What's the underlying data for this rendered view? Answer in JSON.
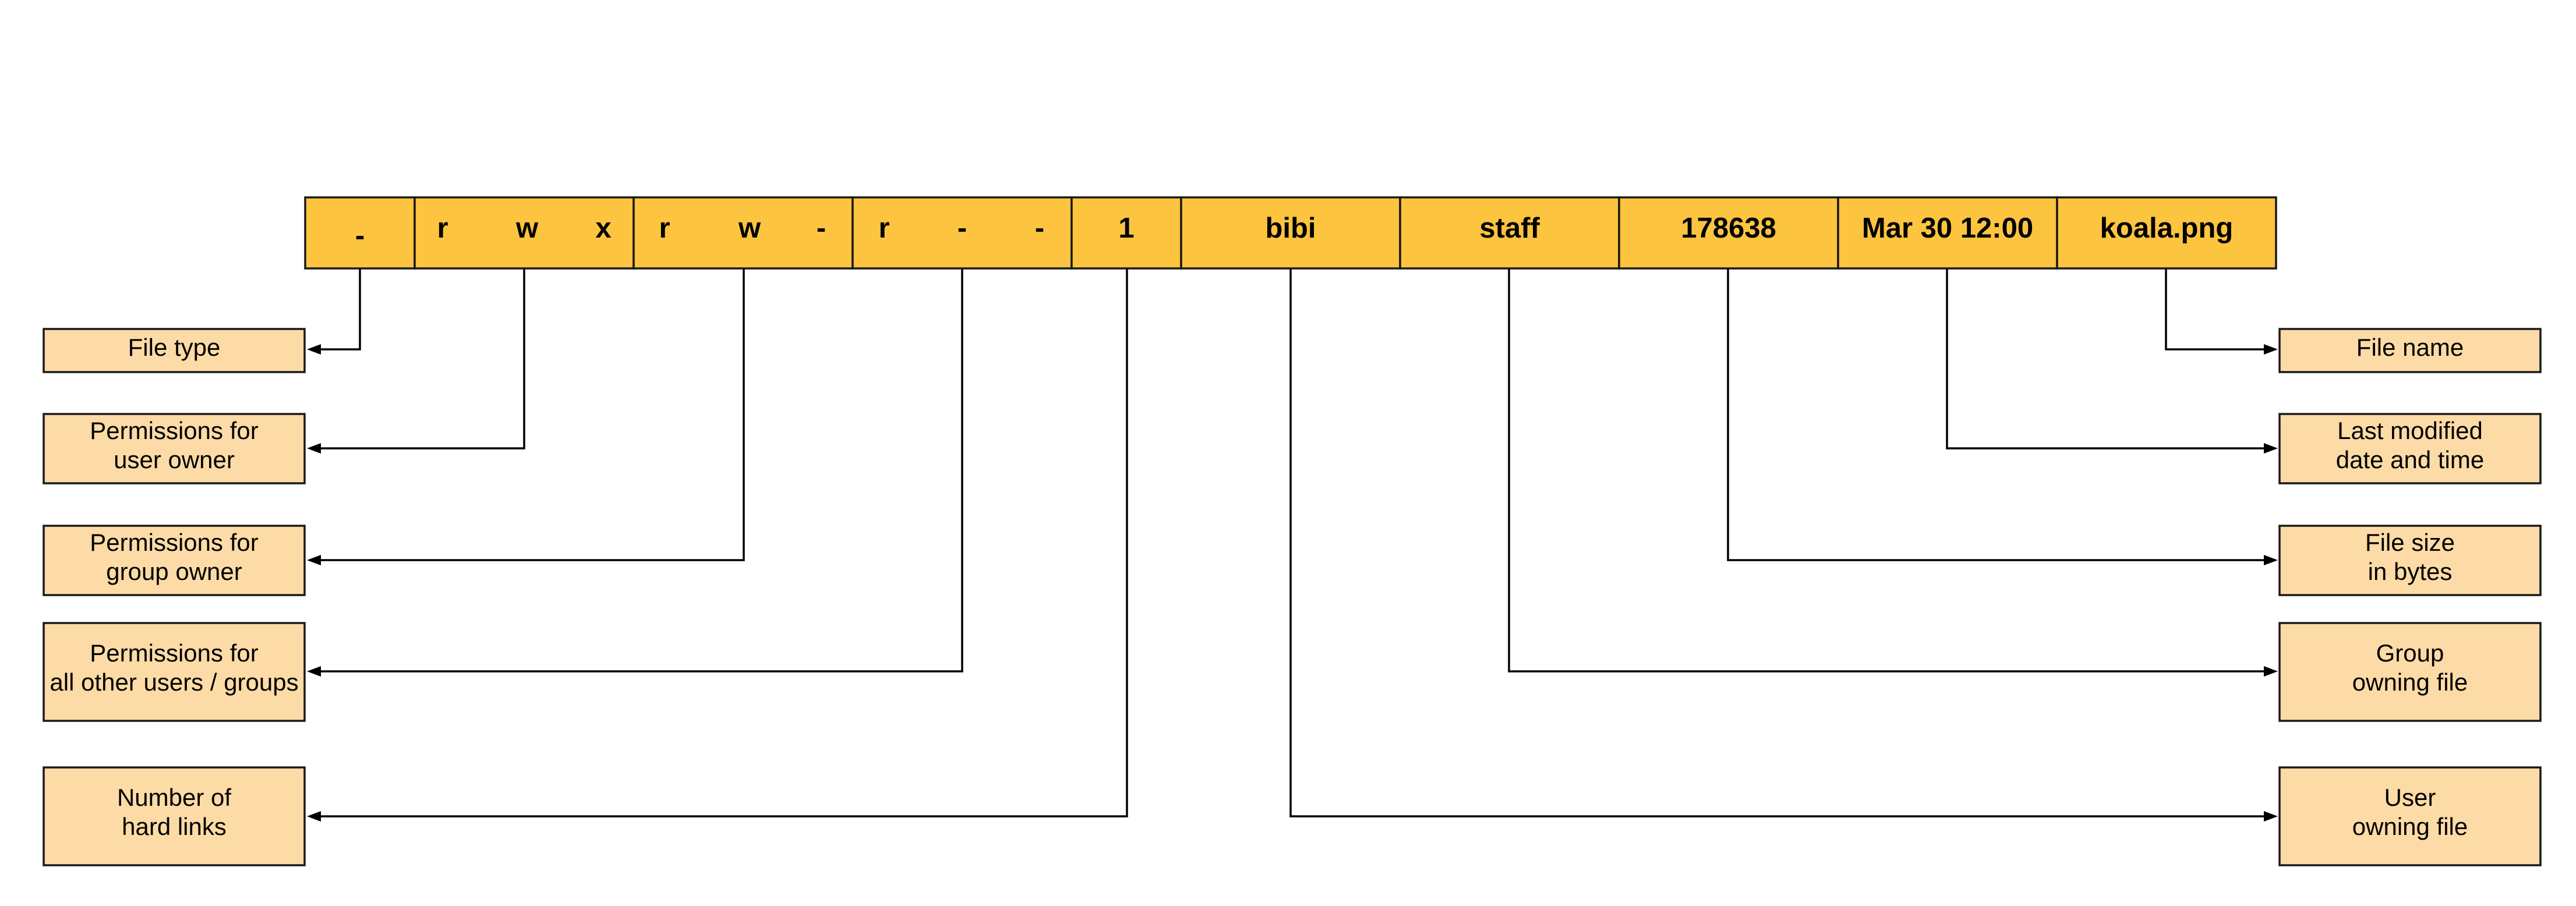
{
  "colors": {
    "cell_fill": "#FCC43F",
    "label_fill": "#FDDBA6",
    "stroke": "#1A1A1A",
    "connector": "#000000"
  },
  "cells": {
    "file_type": {
      "text": "-"
    },
    "user_permissions": {
      "r": "r",
      "w": "w",
      "x": "x"
    },
    "group_permissions": {
      "r": "r",
      "w": "w",
      "x": "-"
    },
    "other_permissions": {
      "r": "r",
      "w": "-",
      "x": "-"
    },
    "hard_links": {
      "text": "1"
    },
    "user": {
      "text": "bibi"
    },
    "group": {
      "text": "staff"
    },
    "size": {
      "text": "178638"
    },
    "modified": {
      "text": "Mar 30 12:00"
    },
    "name": {
      "text": "koala.png"
    }
  },
  "left_labels": {
    "file_type": {
      "line1": "File type"
    },
    "user_permissions": {
      "line1": "Permissions for",
      "line2": "user owner"
    },
    "group_permissions": {
      "line1": "Permissions for",
      "line2": "group owner"
    },
    "other_permissions": {
      "line1": "Permissions for",
      "line2": "all other users / groups"
    },
    "hard_links": {
      "line1": "Number of",
      "line2": "hard links"
    }
  },
  "right_labels": {
    "name": {
      "line1": "File name"
    },
    "modified": {
      "line1": "Last modified",
      "line2": "date and time"
    },
    "size": {
      "line1": "File size",
      "line2": "in bytes"
    },
    "group": {
      "line1": "Group",
      "line2": "owning file"
    },
    "user": {
      "line1": "User",
      "line2": "owning file"
    }
  }
}
